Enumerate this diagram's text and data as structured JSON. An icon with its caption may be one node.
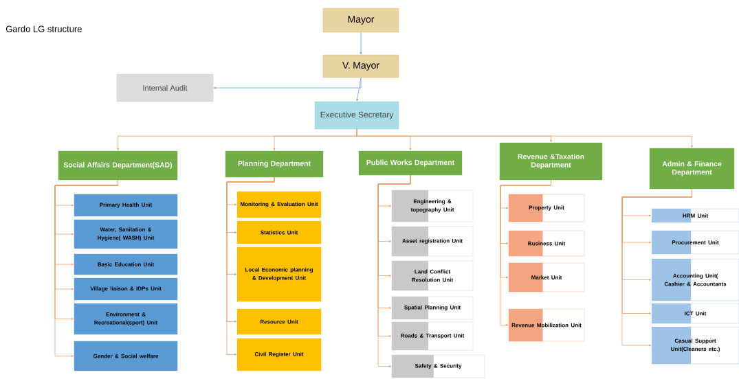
{
  "diagram": {
    "title": "Gardo LG structure",
    "nodes": [
      {
        "text": [
          "Mayor"
        ]
      },
      {
        "text": [
          "V. Mayor"
        ]
      },
      {
        "text": [
          "Internal Audit"
        ]
      },
      {
        "text": [
          "Executive Secretary"
        ]
      },
      {
        "text": [
          "Social Affairs Department(SAD)"
        ]
      },
      {
        "text": [
          "Planning Department"
        ]
      },
      {
        "text": [
          "Public Works Department"
        ]
      },
      {
        "text": [
          "Revenue &Taxation Department"
        ]
      },
      {
        "text": [
          "Admin & Finance Department"
        ]
      },
      {
        "text": [
          "Primary Health Unit"
        ]
      },
      {
        "text": [
          "Water, Sanitation & Hygiene( WASH) Unit"
        ]
      },
      {
        "text": [
          "Basic Education Unit"
        ]
      },
      {
        "text": [
          "Village liaison & IDPs Unit"
        ]
      },
      {
        "text": [
          "Environment & Recreational(sport) Unit"
        ]
      },
      {
        "text": [
          "Gender & Social welfare"
        ]
      },
      {
        "text": [
          "Monitoring & Evaluation Unit"
        ]
      },
      {
        "text": [
          "Statistics Unit"
        ]
      },
      {
        "text": [
          "Local Economic planning & Development Unit"
        ]
      },
      {
        "text": [
          "Resource Unit"
        ]
      },
      {
        "text": [
          "Civil Register Unit"
        ]
      },
      {
        "text": [
          "Engineering & topography Unit"
        ]
      },
      {
        "text": [
          "Asset registration Unit"
        ]
      },
      {
        "text": [
          "Land Conflict Resolution Unit"
        ]
      },
      {
        "text": [
          "Spatial Planning Unit"
        ]
      },
      {
        "text": [
          "Roads & Transport Unit"
        ]
      },
      {
        "text": [
          "Safety & Security"
        ]
      },
      {
        "text": [
          "Property Unit"
        ]
      },
      {
        "text": [
          "Business Unit"
        ]
      },
      {
        "text": [
          "Market Unit"
        ]
      },
      {
        "text": [
          "Revenue Mobilization Unit"
        ]
      },
      {
        "text": [
          "HRM Unit"
        ]
      },
      {
        "text": [
          "Procurement Unit"
        ]
      },
      {
        "text": [
          "Accounting Unit( Cashier & Accountants"
        ]
      },
      {
        "text": [
          "ICT Unit"
        ]
      },
      {
        "text": [
          "Casual Support Unit(Cleaners etc.)"
        ]
      }
    ],
    "edges": [
      {
        "from": 0,
        "to": 1,
        "arrow": "to",
        "color": "#6f9fd8"
      },
      {
        "from": 1,
        "to": 3,
        "arrow": "to",
        "color": "#6f9fd8"
      },
      {
        "from": 1,
        "to": 2,
        "arrow": "to",
        "color": "#6f9fd8"
      },
      {
        "from": 3,
        "to": 4,
        "arrow": "to"
      },
      {
        "from": 3,
        "to": 5,
        "arrow": "to"
      },
      {
        "from": 3,
        "to": 6,
        "arrow": "to"
      },
      {
        "from": 3,
        "to": 7,
        "arrow": "to"
      },
      {
        "from": 3,
        "to": 8,
        "arrow": "to"
      },
      {
        "from": 4,
        "to": 9,
        "arrow": "to"
      },
      {
        "from": 4,
        "to": 10,
        "arrow": "to"
      },
      {
        "from": 4,
        "to": 11,
        "arrow": "to"
      },
      {
        "from": 4,
        "to": 12,
        "arrow": "to"
      },
      {
        "from": 4,
        "to": 13,
        "arrow": "to"
      },
      {
        "from": 4,
        "to": 14,
        "arrow": "to"
      },
      {
        "from": 5,
        "to": 15,
        "arrow": "to"
      },
      {
        "from": 5,
        "to": 16,
        "arrow": "to"
      },
      {
        "from": 5,
        "to": 17,
        "arrow": "to"
      },
      {
        "from": 5,
        "to": 18,
        "arrow": "to"
      },
      {
        "from": 5,
        "to": 19,
        "arrow": "to"
      },
      {
        "from": 6,
        "to": 20,
        "arrow": "to"
      },
      {
        "from": 6,
        "to": 21,
        "arrow": "to"
      },
      {
        "from": 6,
        "to": 22,
        "arrow": "to"
      },
      {
        "from": 6,
        "to": 23,
        "arrow": "to"
      },
      {
        "from": 6,
        "to": 24,
        "arrow": "to"
      },
      {
        "from": 6,
        "to": 25,
        "arrow": "to"
      },
      {
        "from": 7,
        "to": 26,
        "arrow": "to"
      },
      {
        "from": 7,
        "to": 27,
        "arrow": "to"
      },
      {
        "from": 7,
        "to": 28,
        "arrow": "to"
      },
      {
        "from": 7,
        "to": 29,
        "arrow": "to"
      },
      {
        "from": 8,
        "to": 30,
        "arrow": "to"
      },
      {
        "from": 8,
        "to": 31,
        "arrow": "to"
      },
      {
        "from": 8,
        "to": 32,
        "arrow": "to"
      },
      {
        "from": 8,
        "to": 33,
        "arrow": "to"
      },
      {
        "from": 8,
        "to": 34,
        "arrow": "to"
      }
    ]
  }
}
